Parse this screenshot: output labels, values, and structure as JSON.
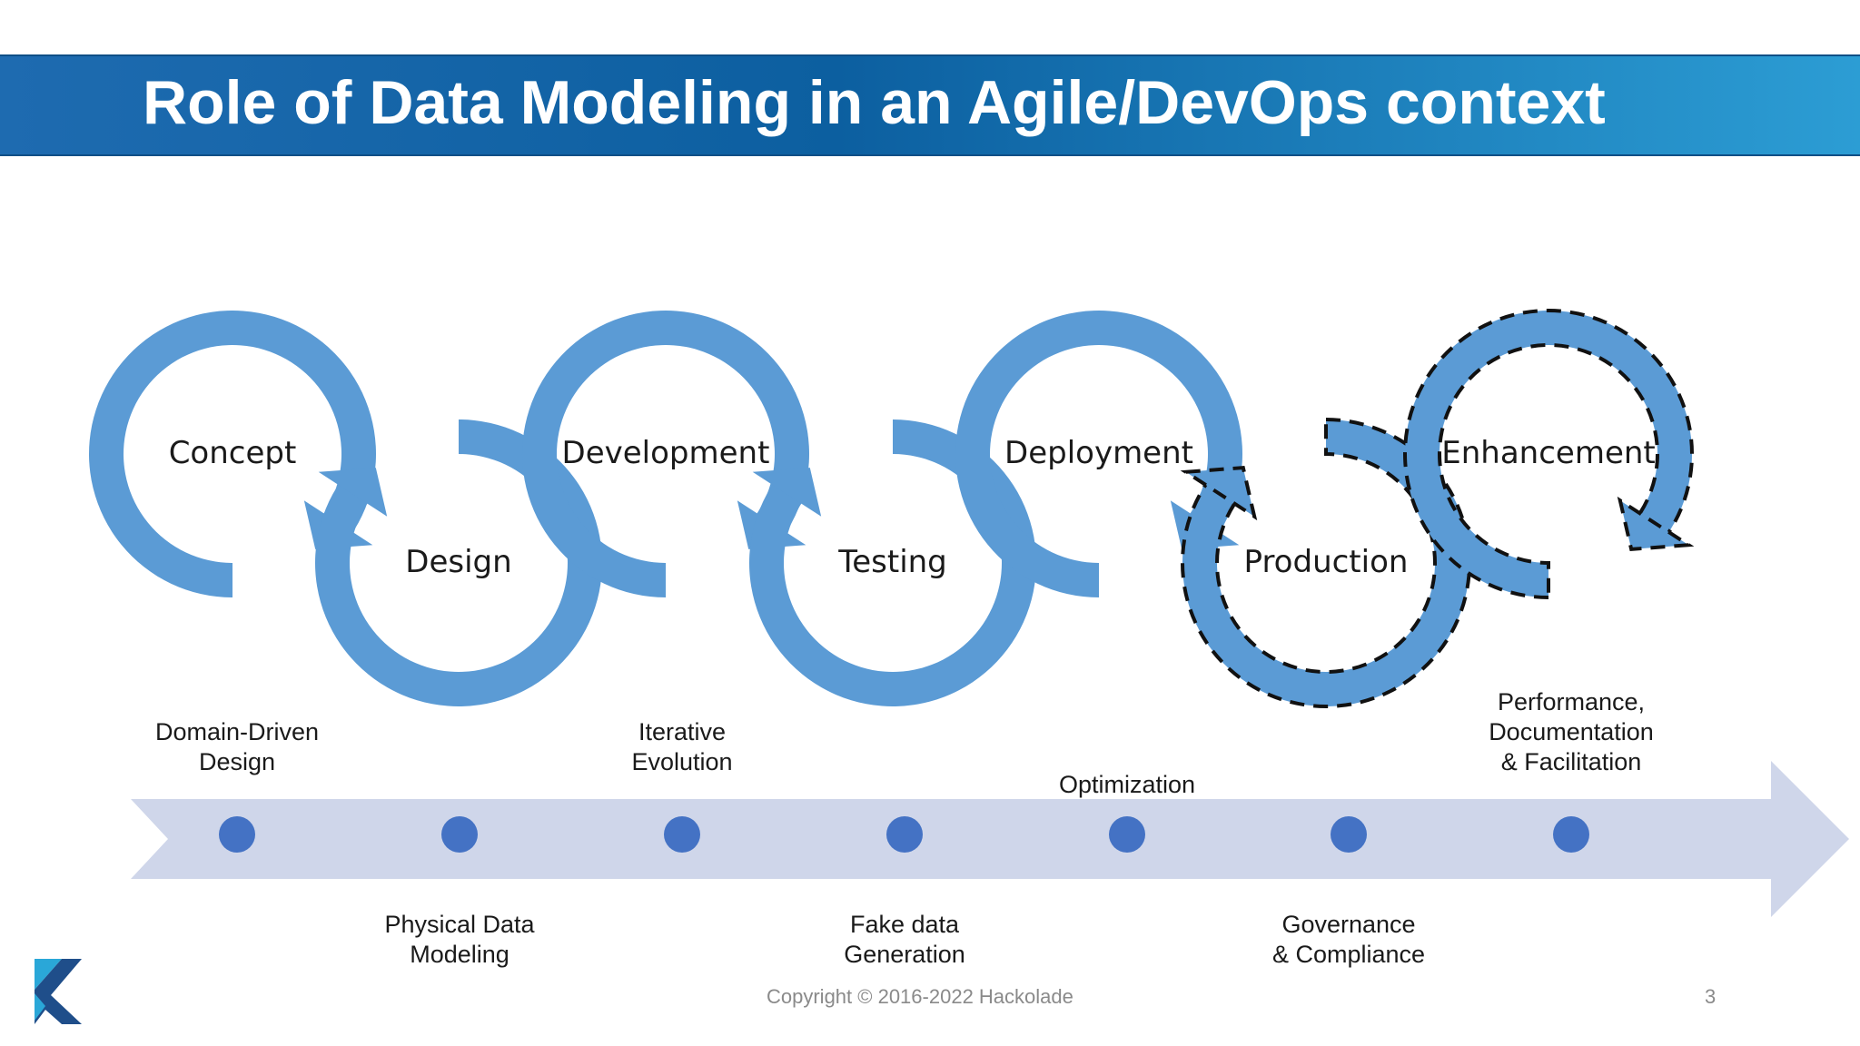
{
  "title": "Role of Data Modeling in an Agile/DevOps context",
  "colors": {
    "banner": "#1e6bb0",
    "loop": "#5b9bd5",
    "timeline": "#cfd6ea",
    "node": "#4472c4",
    "text": "#1a1a1a",
    "footer": "#8a8a8a"
  },
  "phases": [
    {
      "label": "Concept",
      "style": "solid"
    },
    {
      "label": "Design",
      "style": "solid"
    },
    {
      "label": "Development",
      "style": "solid"
    },
    {
      "label": "Testing",
      "style": "solid"
    },
    {
      "label": "Deployment",
      "style": "solid"
    },
    {
      "label": "Production",
      "style": "dashed"
    },
    {
      "label": "Enhancement",
      "style": "dashed"
    }
  ],
  "milestones": [
    {
      "label": [
        "Domain-Driven",
        "Design"
      ],
      "side": "above"
    },
    {
      "label": [
        "Physical Data",
        "Modeling"
      ],
      "side": "below"
    },
    {
      "label": [
        "Iterative",
        "Evolution"
      ],
      "side": "above"
    },
    {
      "label": [
        "Fake data",
        "Generation"
      ],
      "side": "below"
    },
    {
      "label": [
        "Optimization"
      ],
      "side": "above"
    },
    {
      "label": [
        "Governance",
        "& Compliance"
      ],
      "side": "below"
    },
    {
      "label": [
        "Performance,",
        "Documentation",
        "& Facilitation"
      ],
      "side": "above"
    }
  ],
  "footer": {
    "copyright": "Copyright © 2016-2022 Hackolade",
    "page_number": "3"
  }
}
